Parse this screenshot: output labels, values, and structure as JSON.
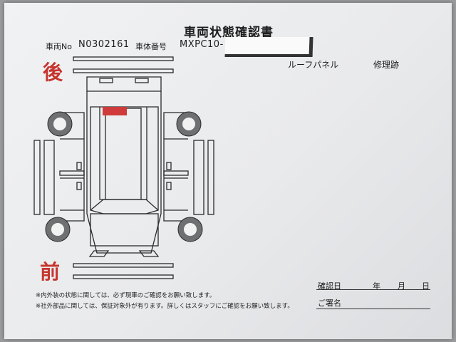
{
  "document": {
    "title": "車両状態確認書",
    "vehicle_no_label": "車両No",
    "vehicle_no": "N0302161",
    "chassis_label": "車体番号",
    "chassis_no": "MXPC10-"
  },
  "diagram": {
    "rear_label": "後",
    "front_label": "前",
    "remark_part": "ルーフパネル",
    "remark_status": "修理跡",
    "highlight_color": "#cf3a3a"
  },
  "notes": [
    "※内外装の状態に関しては、必ず現車のご確認をお願い致します。",
    "※社外部品に関しては、保証対象外が有ります。詳しくはスタッフにご確認をお願い致します。"
  ],
  "signature": {
    "date_label": "確認日",
    "year": "年",
    "month": "月",
    "day": "日",
    "name_label": "ご署名"
  }
}
